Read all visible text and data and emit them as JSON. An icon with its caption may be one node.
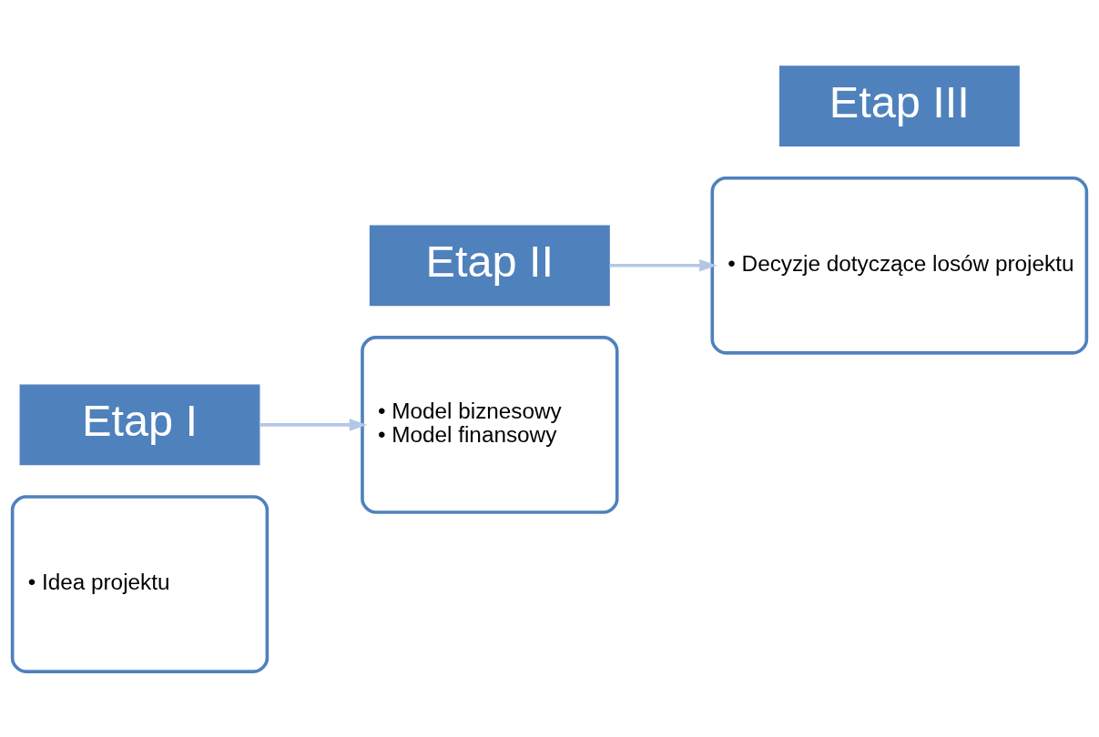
{
  "diagram": {
    "nodes": [
      {
        "text": [
          "• Idea projektu"
        ]
      },
      {
        "text": [
          "Etap I"
        ]
      },
      {
        "text": [
          "Etap II"
        ]
      },
      {
        "text": [
          "• Model biznesowy",
          "• Model finansowy"
        ]
      },
      {
        "text": [
          "• Decyzje dotyczące losów projektu"
        ]
      },
      {
        "text": [
          "Etap III"
        ]
      }
    ],
    "edges": [
      {
        "from": 1,
        "to": 3,
        "arrow": "to",
        "color": "#b4c7e7"
      },
      {
        "from": 2,
        "to": 4,
        "arrow": "to",
        "color": "#b4c7e7"
      }
    ]
  }
}
